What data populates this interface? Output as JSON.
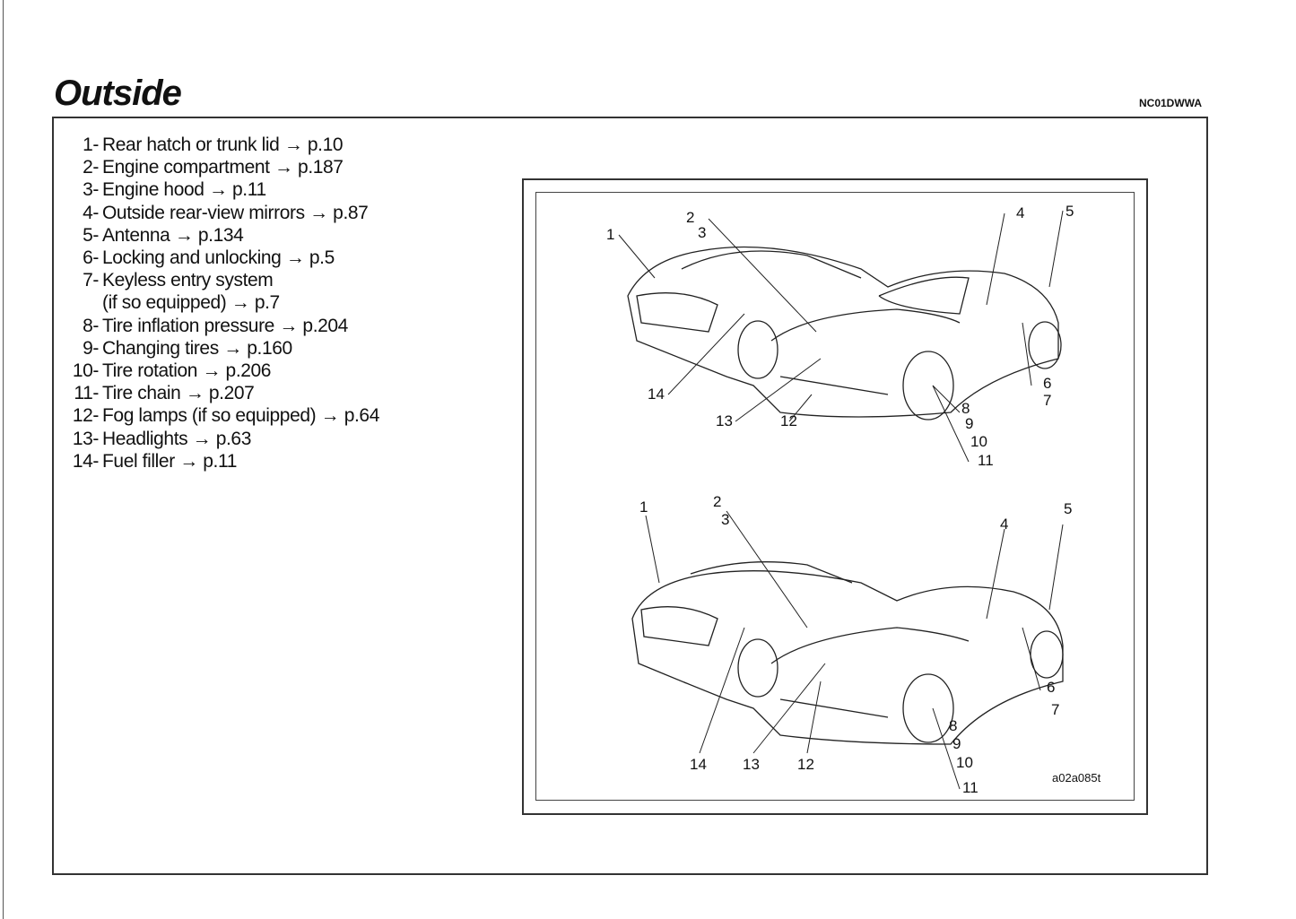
{
  "page": {
    "title": "Outside",
    "code": "NC01DWWA"
  },
  "items": [
    {
      "num": "1-",
      "text": "Rear hatch or trunk lid → p.10"
    },
    {
      "num": "2-",
      "text": "Engine compartment → p.187"
    },
    {
      "num": "3-",
      "text": "Engine hood → p.11"
    },
    {
      "num": "4-",
      "text": "Outside rear-view mirrors → p.87"
    },
    {
      "num": "5-",
      "text": "Antenna → p.134"
    },
    {
      "num": "6-",
      "text": "Locking and unlocking → p.5"
    },
    {
      "num": "7-",
      "text": "Keyless entry system"
    },
    {
      "num": "",
      "text": "(if so equipped) → p.7"
    },
    {
      "num": "8-",
      "text": "Tire inflation pressure → p.204"
    },
    {
      "num": "9-",
      "text": "Changing tires → p.160"
    },
    {
      "num": "10-",
      "text": "Tire rotation → p.206"
    },
    {
      "num": "11-",
      "text": "Tire chain → p.207"
    },
    {
      "num": "12-",
      "text": "Fog lamps (if so equipped) → p.64"
    },
    {
      "num": "13-",
      "text": "Headlights → p.63"
    },
    {
      "num": "14-",
      "text": "Fuel filler → p.11"
    }
  ],
  "figure": {
    "code": "a02a085t",
    "callouts": [
      "1",
      "2",
      "3",
      "4",
      "5",
      "6",
      "7",
      "8",
      "9",
      "10",
      "11",
      "12",
      "13",
      "14"
    ]
  }
}
